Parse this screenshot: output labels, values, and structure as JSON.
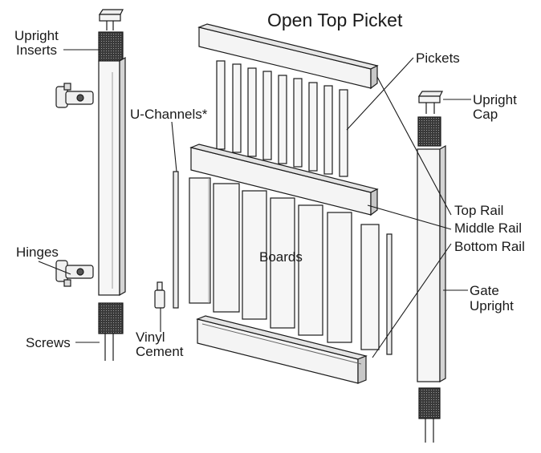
{
  "title": "Open Top Picket",
  "labels": {
    "upright_inserts_1": "Upright",
    "upright_inserts_2": "Inserts",
    "u_channels": "U-Channels*",
    "pickets": "Pickets",
    "upright_cap_1": "Upright",
    "upright_cap_2": "Cap",
    "top_rail": "Top Rail",
    "middle_rail": "Middle Rail",
    "bottom_rail": "Bottom Rail",
    "boards": "Boards",
    "hinges": "Hinges",
    "gate_upright_1": "Gate",
    "gate_upright_2": "Upright",
    "screws": "Screws",
    "vinyl_cement_1": "Vinyl",
    "vinyl_cement_2": "Cement"
  },
  "colors": {
    "line": "#1a1a1a",
    "fill": "#f4f4f4",
    "shade": "#cfcfcf",
    "dark": "#2a2a2a"
  }
}
